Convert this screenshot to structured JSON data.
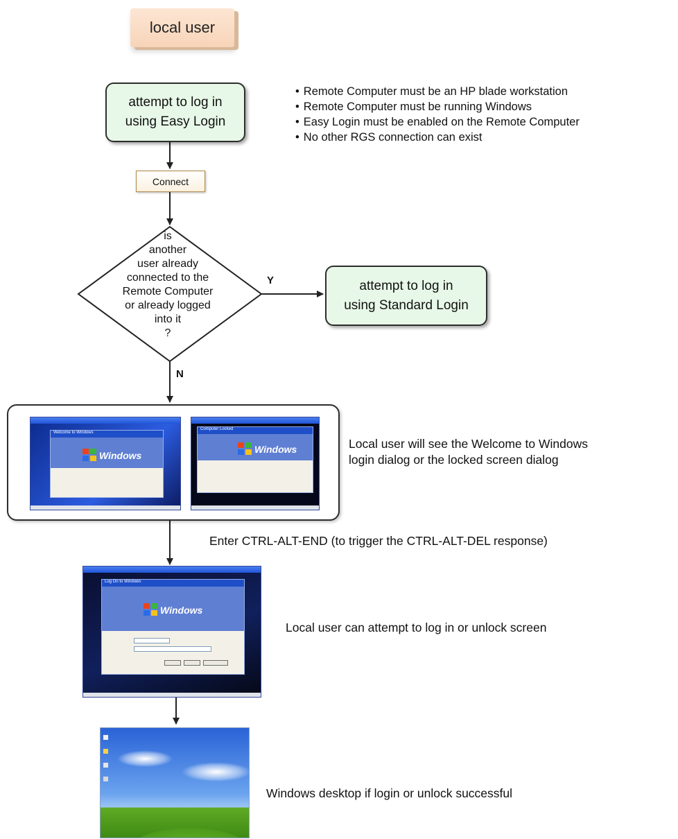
{
  "start": {
    "label": "local user"
  },
  "easy_login": {
    "line1": "attempt to log in",
    "line2": "using Easy Login"
  },
  "connect": {
    "label": "Connect"
  },
  "decision": {
    "lines": [
      "is",
      "another",
      "user already",
      "connected to the",
      "Remote Computer",
      "or already logged",
      "into it",
      "?"
    ],
    "yes_label": "Y",
    "no_label": "N"
  },
  "standard_login": {
    "line1": "attempt to log in",
    "line2": "using Standard Login"
  },
  "requirements": [
    "Remote Computer must be an HP blade workstation",
    "Remote Computer must be running Windows",
    "Easy Login must be enabled on the Remote Computer",
    "No other RGS connection can exist"
  ],
  "welcome_step": {
    "line1": "Local user will see the Welcome to Windows",
    "line2": "login dialog or the locked screen dialog"
  },
  "ctrl_alt_end": {
    "text": "Enter CTRL-ALT-END (to trigger the CTRL-ALT-DEL response)"
  },
  "login_step": {
    "text": "Local user can attempt to log in or unlock screen"
  },
  "desktop_step": {
    "text": "Windows desktop if login or unlock successful"
  },
  "screenshots": {
    "welcome_word": "Windows",
    "locked_word": "Windows",
    "login_word": "Windows",
    "welcome_title": "Welcome to Windows",
    "locked_title": "Computer Locked",
    "login_title": "Log On to Windows"
  },
  "colors": {
    "green_box_fill": "#e8f8e8",
    "local_user_fill": "#f7d4b8",
    "connect_fill": "#fbf1df",
    "xp_blue": "#2156d8"
  }
}
